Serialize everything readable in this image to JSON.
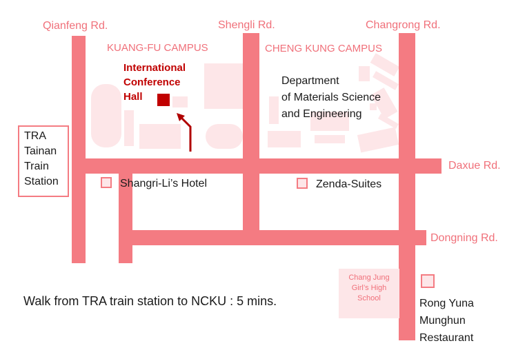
{
  "roads": {
    "qianfeng": "Qianfeng Rd.",
    "shengli": "Shengli Rd.",
    "changrong": "Changrong Rd.",
    "daxue": "Daxue Rd.",
    "dongning": "Dongning Rd."
  },
  "campuses": {
    "kuangfu": "KUANG-FU CAMPUS",
    "chengkung": "CHENG KUNG CAMPUS"
  },
  "landmarks": {
    "conference_hall": "International\nConference\nHall",
    "dept_materials": "Department\nof Materials Science\nand Engineering",
    "tra_station": "TRA\nTainan\nTrain\nStation",
    "shangrila": "Shangri-Li’s Hotel",
    "zenda": "Zenda-Suites",
    "chang_jung": "Chang Jung\nGirl’s High\nSchool",
    "rong_yuna": "Rong Yuna\nMunghun\nRestaurant"
  },
  "note": "Walk from TRA train station to NCKU : 5 mins.",
  "colors": {
    "road": "#f47b82",
    "building": "#fde6e8",
    "highlight": "#c00000",
    "label": "#f0707a"
  }
}
